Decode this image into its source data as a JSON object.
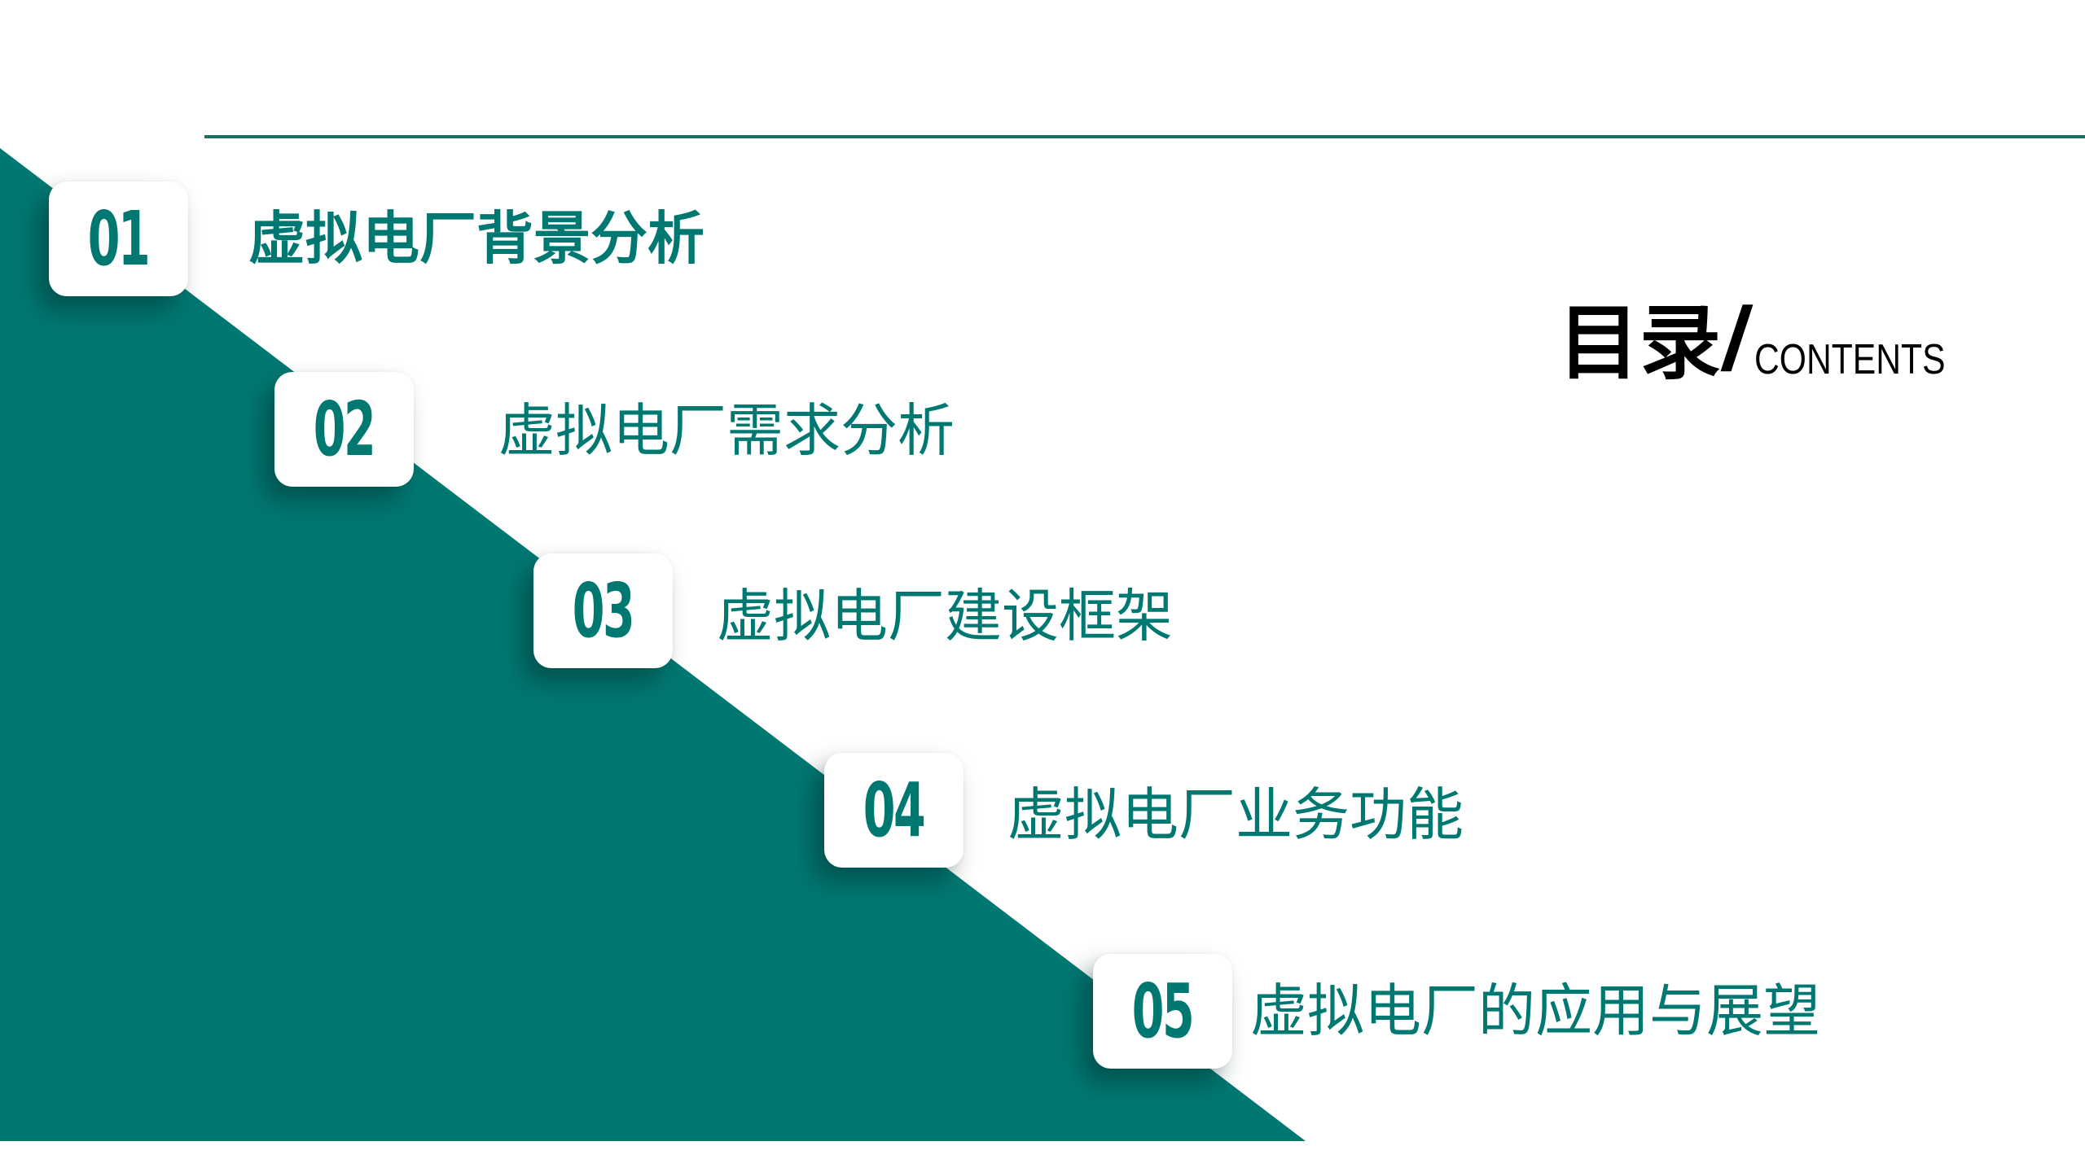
{
  "colors": {
    "accent": "#007872",
    "line": "#1a6e66",
    "heading": "#000000",
    "background": "#ffffff"
  },
  "heading": {
    "zh": "目录",
    "slash": "/",
    "en": "CONTENTS"
  },
  "items": [
    {
      "number": "01",
      "title": "虚拟电厂背景分析"
    },
    {
      "number": "02",
      "title": "虚拟电厂需求分析"
    },
    {
      "number": "03",
      "title": "虚拟电厂建设框架"
    },
    {
      "number": "04",
      "title": "虚拟电厂业务功能"
    },
    {
      "number": "05",
      "title": "虚拟电厂的应用与展望"
    }
  ]
}
